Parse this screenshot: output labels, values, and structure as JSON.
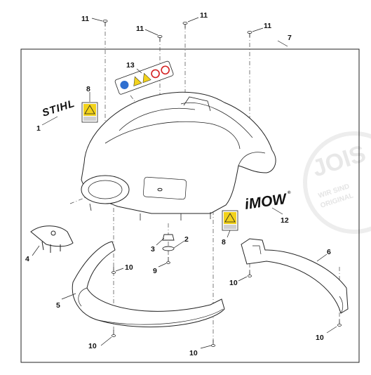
{
  "frame_label": "7",
  "brand_text": "STIHL",
  "product_text": "iMOW",
  "product_mark": "®",
  "watermark": {
    "logo": "JOIS",
    "line1": "WIR SIND",
    "line2": "ORIGINAL"
  },
  "callouts": {
    "p1": "1",
    "p2": "2",
    "p3": "3",
    "p4": "4",
    "p5": "5",
    "p6": "6",
    "p8a": "8",
    "p8b": "8",
    "p9": "9",
    "p10a": "10",
    "p10b": "10",
    "p10c": "10",
    "p10d": "10",
    "p10e": "10",
    "p11a": "11",
    "p11b": "11",
    "p11c": "11",
    "p11d": "11",
    "p12": "12",
    "p13": "13"
  },
  "colors": {
    "line": "#222222",
    "label_yellow": "#f2d21b",
    "label_blue": "#2f6fd0",
    "label_red": "#d42020",
    "watermark": "#ececec"
  }
}
